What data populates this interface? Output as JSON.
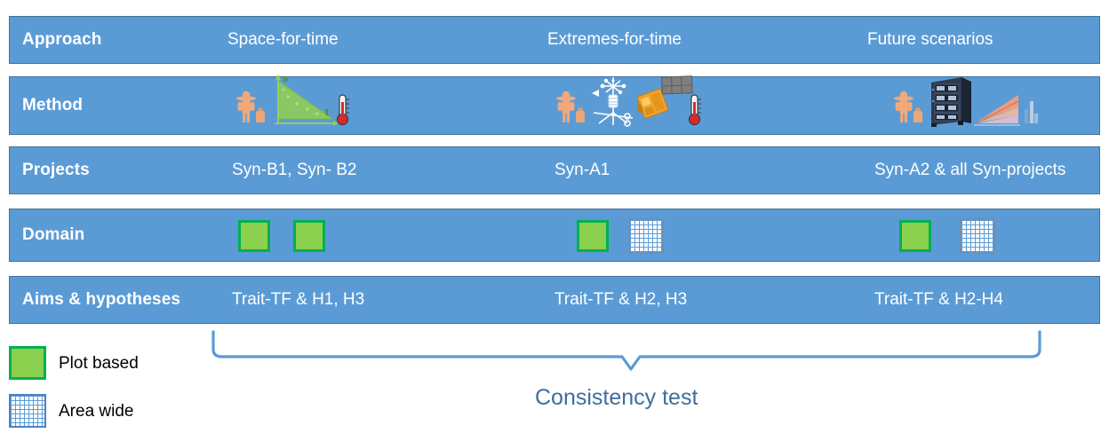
{
  "diagram": {
    "title_text_color": "#ffffff",
    "row_color": "#5B9BD5",
    "row_border_color": "#41719C",
    "accent_color": "#3E6E9E",
    "plot_color": "#8BD04E",
    "plot_border_color": "#00B050",
    "area_grid_color": "#5B9BD5"
  },
  "rows": [
    {
      "label": "Approach",
      "cells": [
        "Space-for-time",
        "Extremes-for-time",
        "Future scenarios"
      ]
    },
    {
      "label": "Method",
      "cells": [
        "",
        "",
        ""
      ],
      "icons": [
        [
          "farmer-icon",
          "space-time-triangle-chart-icon",
          "thermometer-icon"
        ],
        [
          "farmer-icon",
          "weather-station-icon",
          "satellite-icon",
          "thermometer-icon"
        ],
        [
          "farmer-icon",
          "server-rack-icon",
          "projection-fan-chart-icon"
        ]
      ]
    },
    {
      "label": "Projects",
      "cells": [
        "Syn-B1, Syn- B2",
        "Syn-A1",
        "Syn-A2 & all Syn-projects"
      ]
    },
    {
      "label": "Domain",
      "cells": [
        "",
        "",
        ""
      ],
      "domain_marks": [
        [
          "plot",
          "plot"
        ],
        [
          "plot",
          "area"
        ],
        [
          "plot",
          "area"
        ]
      ]
    },
    {
      "label": "Aims & hypotheses",
      "cells": [
        "Trait-TF & H1, H3",
        "Trait-TF & H2, H3",
        "Trait-TF & H2-H4"
      ]
    }
  ],
  "method_chart_labels": {
    "y_axis": "s",
    "x_axis": "t"
  },
  "legend": [
    {
      "swatch": "green-square",
      "label": "Plot based"
    },
    {
      "swatch": "blue-grid-square",
      "label": "Area wide"
    }
  ],
  "brace": {
    "caption": "Consistency test"
  }
}
